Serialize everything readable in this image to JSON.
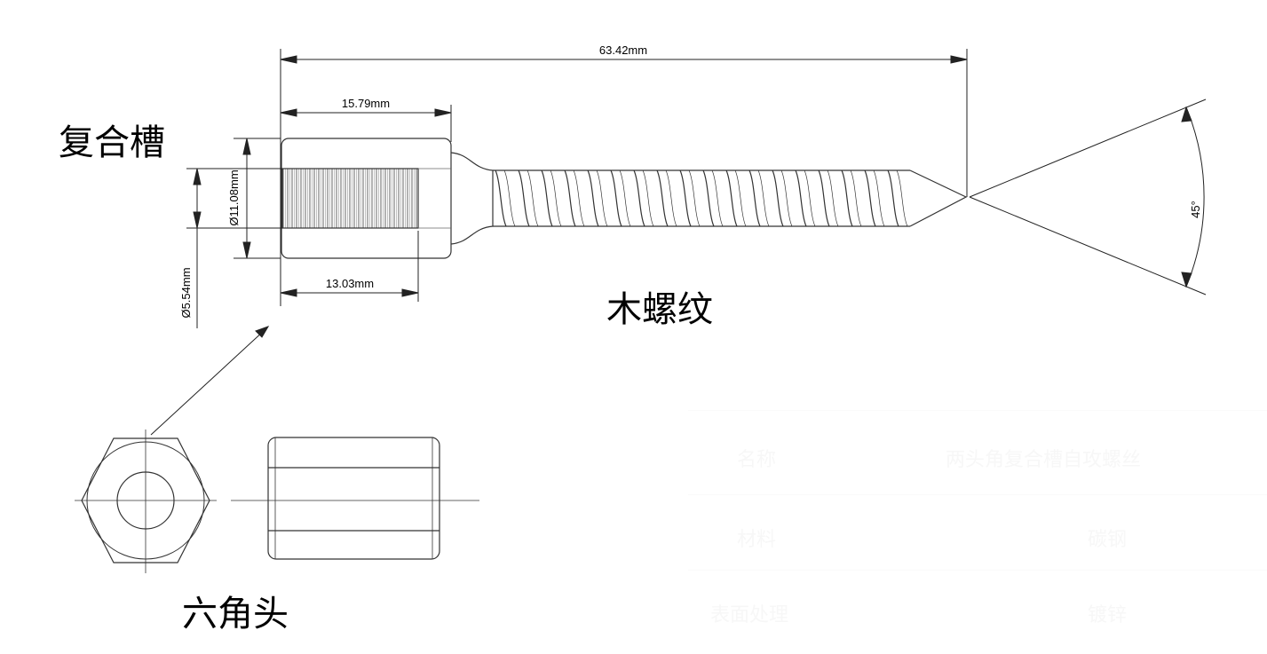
{
  "labels": {
    "composite_slot": "复合槽",
    "wood_thread": "木螺纹",
    "hex_head": "六角头"
  },
  "dimensions": {
    "overall_length": "63.42mm",
    "head_length": "15.79mm",
    "thread_length": "13.03mm",
    "outer_diameter": "Ø11.08mm",
    "inner_diameter": "Ø5.54mm",
    "tip_angle": "45°"
  },
  "faint_table": {
    "rows": [
      {
        "name": "名称",
        "value": "两头角复合槽自攻螺丝"
      },
      {
        "name": "材料",
        "value": "碳钢"
      },
      {
        "name": "表面处理",
        "value": "镀锌"
      }
    ]
  }
}
